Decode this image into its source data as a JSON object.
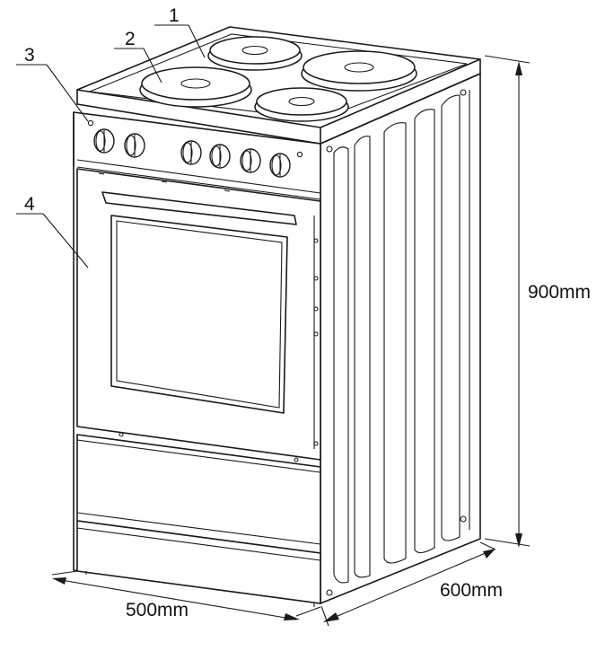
{
  "callouts": [
    {
      "number": "1",
      "part": "burner"
    },
    {
      "number": "2",
      "part": "burner"
    },
    {
      "number": "3",
      "part": "control-panel"
    },
    {
      "number": "4",
      "part": "oven-door"
    }
  ],
  "dimensions": {
    "height": "900mm",
    "depth": "600mm",
    "width": "500mm"
  }
}
